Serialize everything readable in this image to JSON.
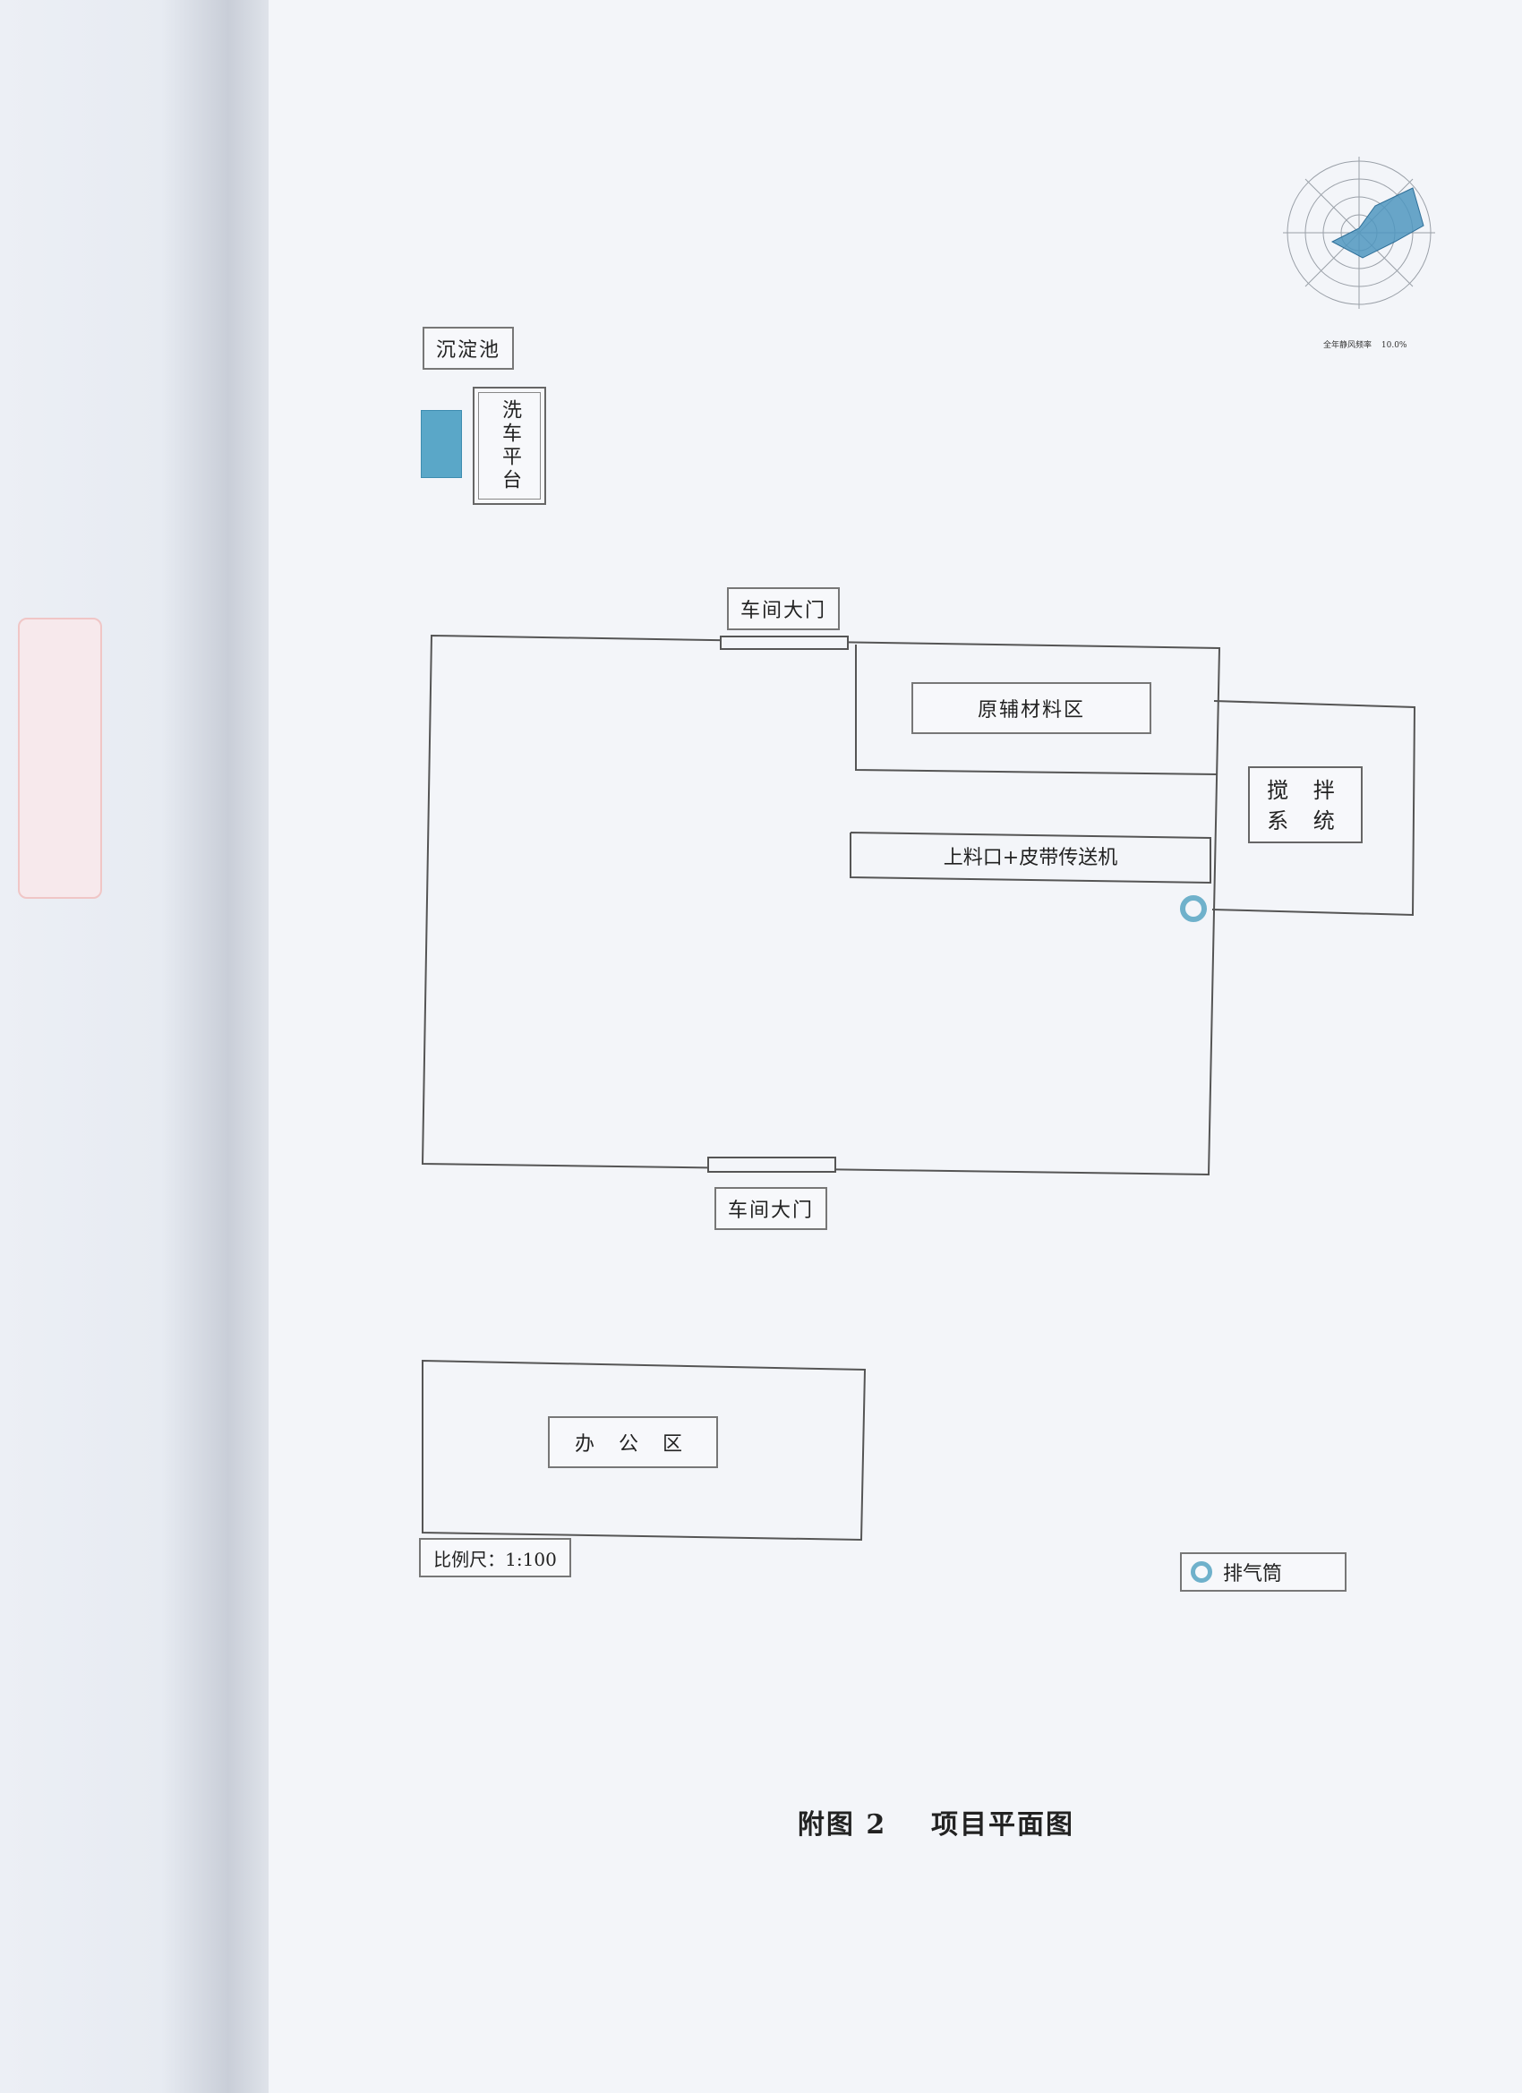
{
  "diagram": {
    "labels": {
      "sedimentation_tank": "沉淀池",
      "wash_platform": "洗车平台",
      "workshop_gate_top": "车间大门",
      "workshop_gate_bottom": "车间大门",
      "raw_material_area": "原辅材料区",
      "mixing_system_line1": "搅 拌",
      "mixing_system_line2": "系 统",
      "feeding_conveyor": "上料口+皮带传送机",
      "office_area": "办 公 区",
      "scale": "比例尺：1:100",
      "exhaust_stack": "排气筒"
    },
    "wind_rose": {
      "caption": "全年静风频率",
      "calm_frequency": "10.0%"
    },
    "caption": "附图 2    项目平面图"
  },
  "colors": {
    "pool": "#5aa7c8",
    "stack": "#6fb1cb",
    "rose_fill": "#4f96bf"
  }
}
